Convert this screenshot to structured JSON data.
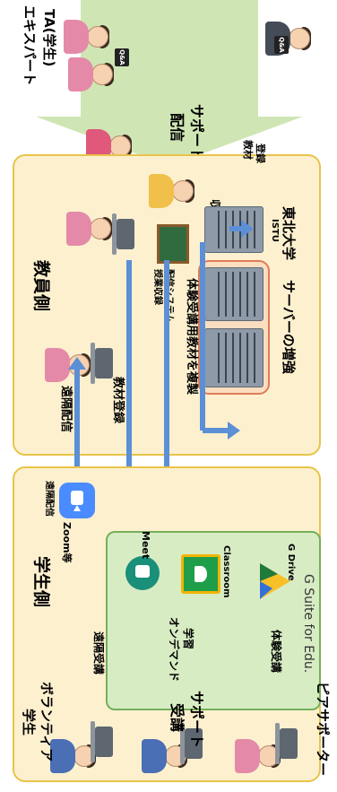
{
  "bands": {
    "left_band_1": "エキスパート",
    "left_band_2": "TA(学生)",
    "left_support_1": "配信",
    "left_support_2": "サポート",
    "right_band_1": "学生",
    "right_band_2": "ボランティア",
    "right_support_1": "受講",
    "right_support_2": "サポート",
    "peer": "ピアサポーター"
  },
  "faculty": {
    "title": "教員側",
    "lecture_system_1": "授業収録",
    "lecture_system_2": "配信システム",
    "record": "収録",
    "material_register_1": "教材",
    "material_register_2": "登録",
    "remote_delivery": "遠隔配信",
    "material_register": "教材登録",
    "copy_experience": "体験受講用教材を複製",
    "server_name": "サーバーの増強",
    "istu": "ISTU",
    "tohoku": "東北大学"
  },
  "student": {
    "title": "学生側",
    "remote_delivery": "遠隔配信",
    "zoom": "Zoom等",
    "meet": "Meet",
    "classroom": "Classroom",
    "gdrive": "G Drive",
    "gsuite": "G Suite for Edu.",
    "remote_lecture": "遠隔受講",
    "ondemand_1": "オンデマンド",
    "ondemand_2": "学習",
    "experience": "体験受講"
  },
  "icons": {
    "zoom": "zoom-camera-icon",
    "meet": "meet-camera-icon",
    "classroom": "classroom-board-icon",
    "drive": "drive-triangle-icon"
  },
  "colors": {
    "panel_fill": "#fdf0cf",
    "panel_border": "#e8c44a",
    "arrow_fill": "#cfe6b4",
    "blue_arrow": "#5b8fd6",
    "green_panel": "#d8ecc4",
    "server_highlight": "#e07b5a"
  }
}
